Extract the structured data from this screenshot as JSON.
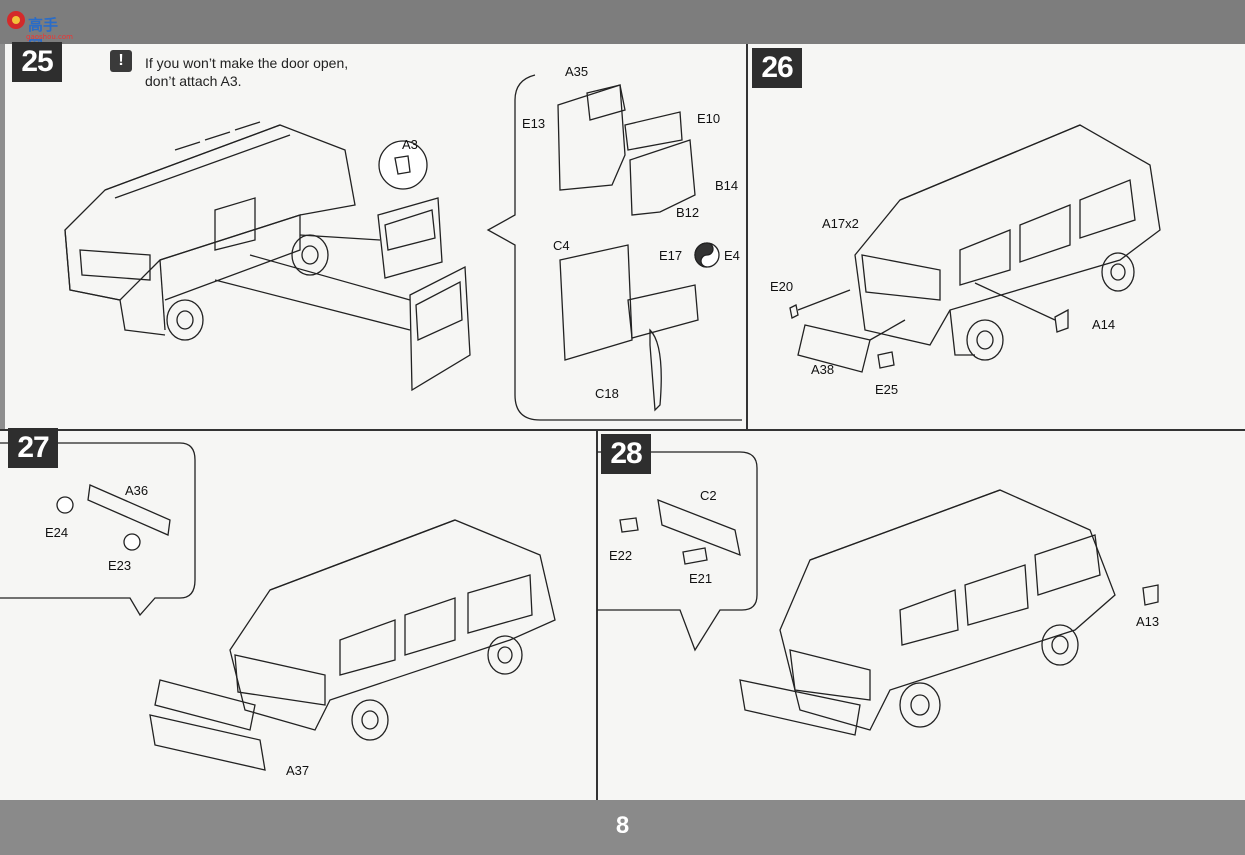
{
  "logo": {
    "text": "高手网",
    "subtext": "gaoshou.com"
  },
  "page_number": "8",
  "steps": {
    "s25": {
      "number": "25",
      "note_line1": "If you won’t make the door open,",
      "note_line2": "don’t attach A3.",
      "warning_icon": "!"
    },
    "s26": {
      "number": "26"
    },
    "s27": {
      "number": "27"
    },
    "s28": {
      "number": "28"
    }
  },
  "parts": {
    "A3": "A3",
    "A35": "A35",
    "E10": "E10",
    "E13": "E13",
    "B14": "B14",
    "B12": "B12",
    "C4": "C4",
    "E17": "E17",
    "E4": "E4",
    "C18": "C18",
    "A17x2": "A17x2",
    "E20": "E20",
    "A14": "A14",
    "A38": "A38",
    "E25": "E25",
    "A36": "A36",
    "E24": "E24",
    "E23": "E23",
    "A37": "A37",
    "C2": "C2",
    "E22": "E22",
    "E21": "E21",
    "A13": "A13"
  },
  "icons": [
    "warning-icon",
    "yin-yang-icon",
    "van-drawing-icon"
  ]
}
